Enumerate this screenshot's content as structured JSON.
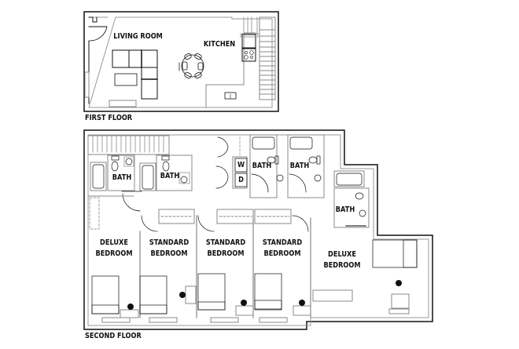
{
  "first_floor": {
    "label": "FIRST FLOOR",
    "rooms": [
      {
        "name": "LIVING ROOM"
      },
      {
        "name": "KITCHEN"
      }
    ]
  },
  "second_floor": {
    "label": "SECOND FLOOR",
    "rooms": [
      {
        "line1": "DELUXE",
        "line2": "BEDROOM"
      },
      {
        "line1": "STANDARD",
        "line2": "BEDROOM"
      },
      {
        "line1": "STANDARD",
        "line2": "BEDROOM"
      },
      {
        "line1": "STANDARD",
        "line2": "BEDROOM"
      },
      {
        "line1": "DELUXE",
        "line2": "BEDROOM"
      }
    ],
    "baths": [
      "BATH",
      "BATH",
      "BATH",
      "BATH",
      "BATH"
    ],
    "laundry": {
      "washer": "W",
      "dryer": "D"
    }
  },
  "colors": {
    "wall": "#111111",
    "interior": "#9a9a9a",
    "background": "#ffffff"
  }
}
